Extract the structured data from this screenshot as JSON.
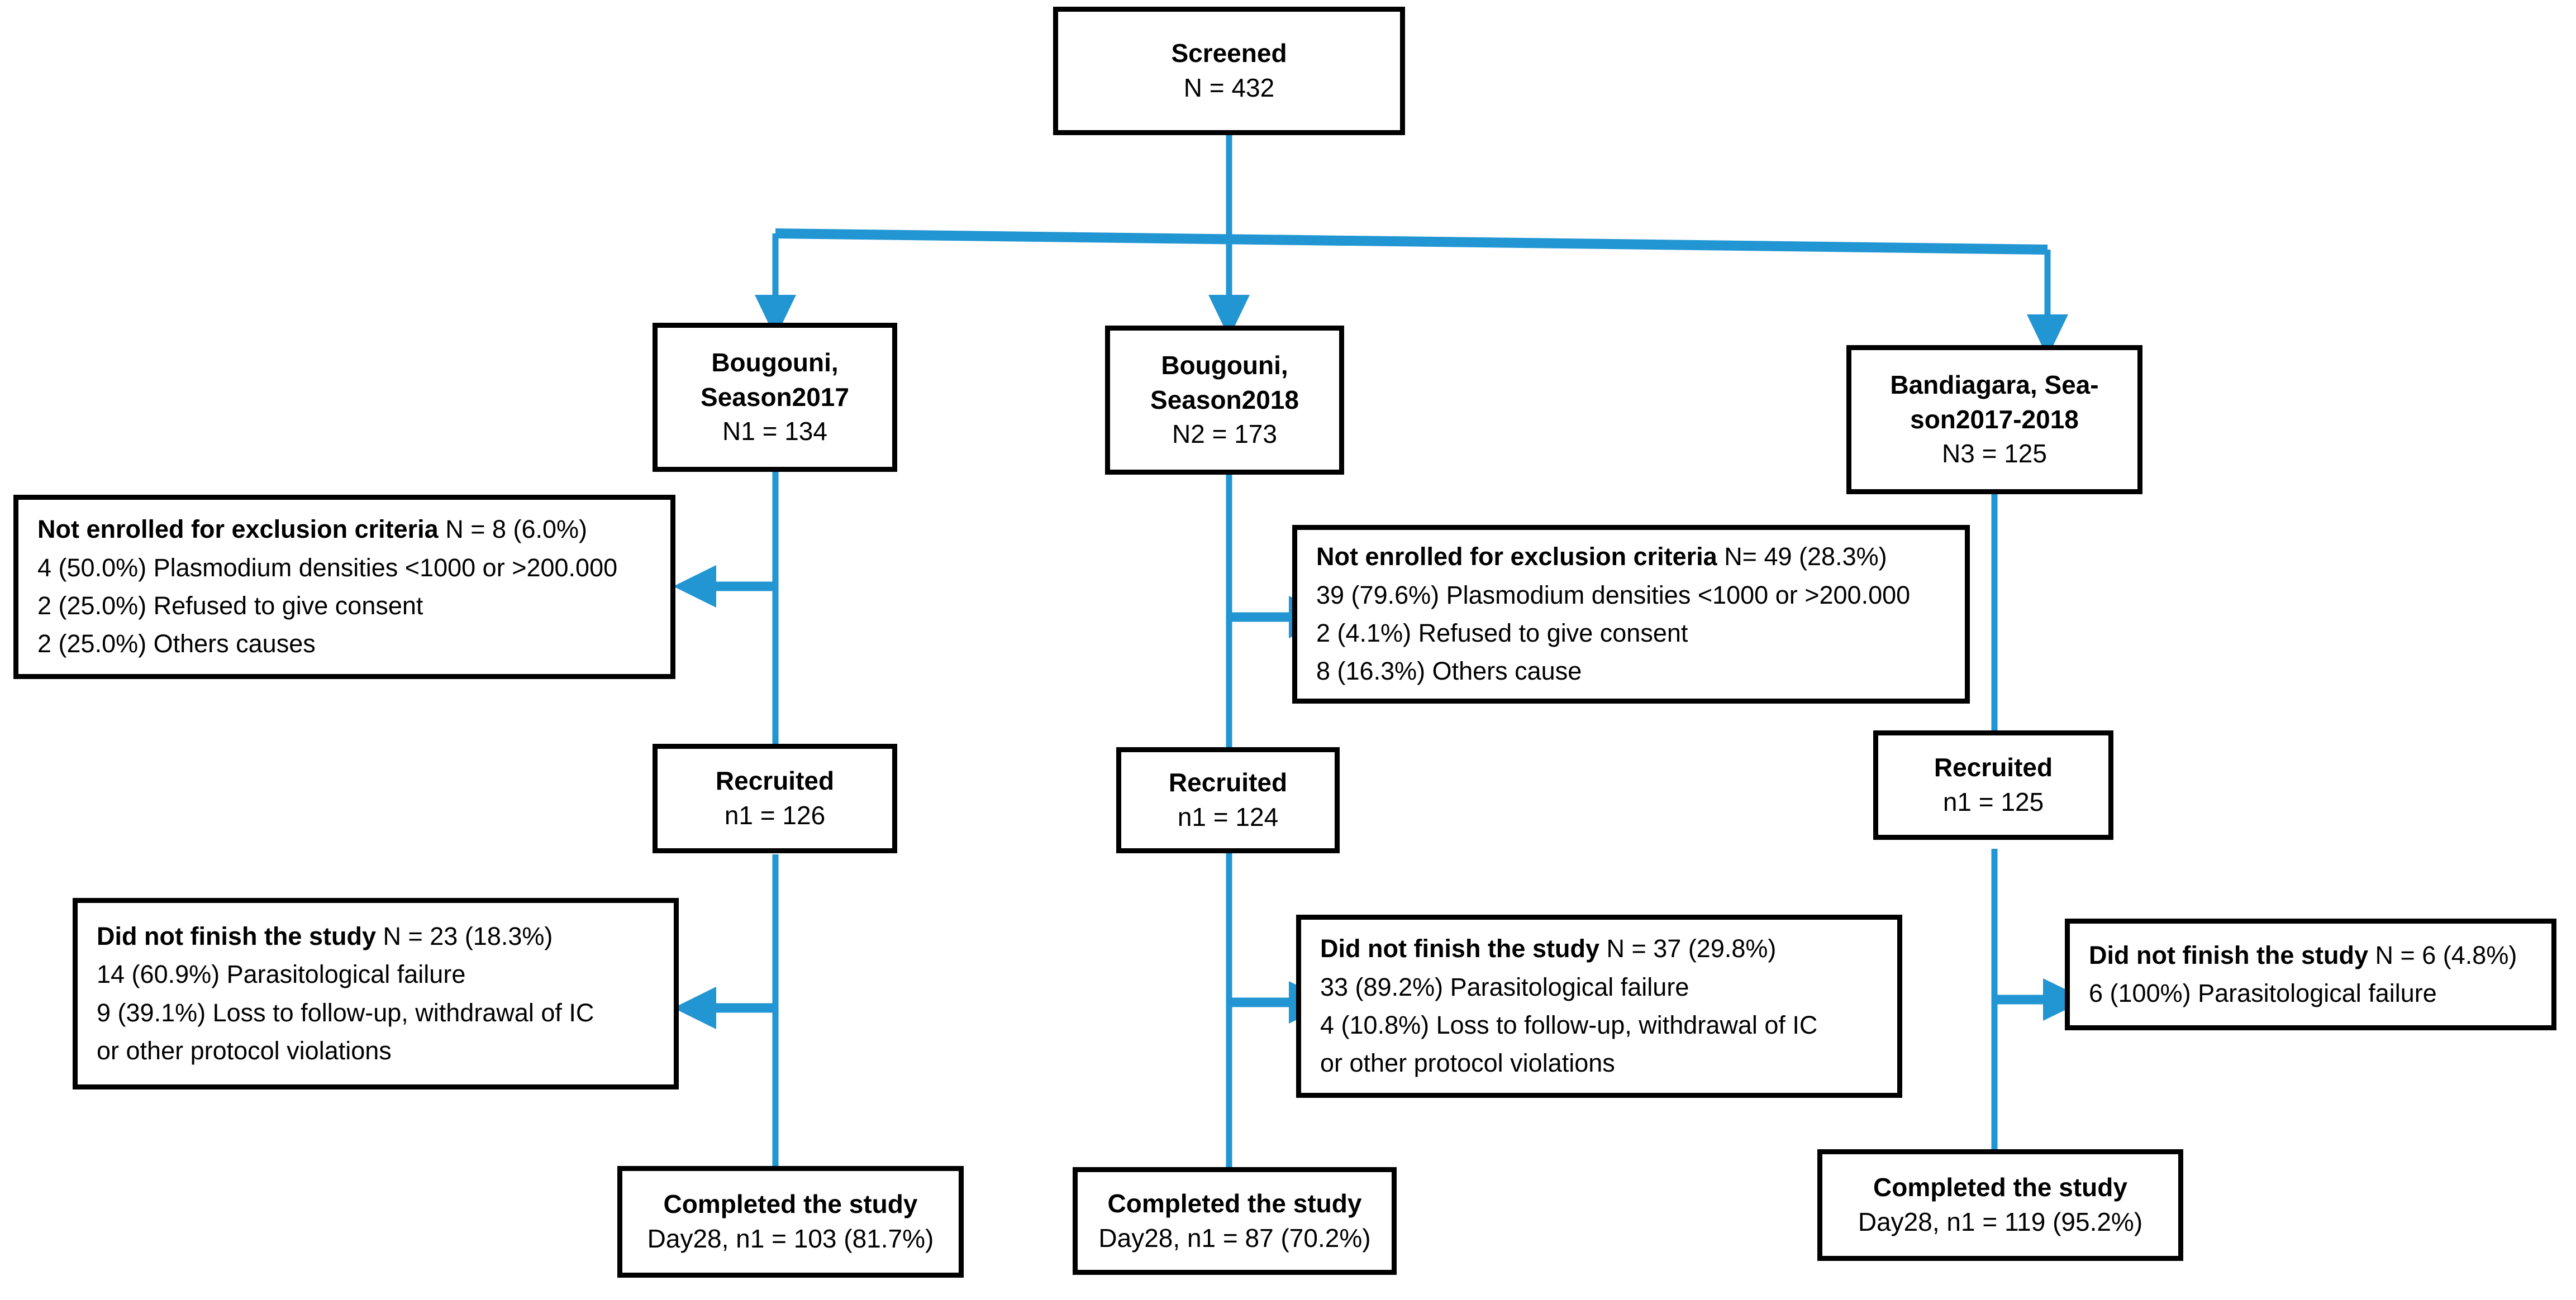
{
  "colors": {
    "connector": "#2196d3",
    "box_border": "#000000",
    "background": "#ffffff",
    "text": "#000000"
  },
  "diagram": {
    "type": "consort-flow-diagram",
    "title": "Study participant flow"
  },
  "nodes": {
    "screened": {
      "title": "Screened",
      "count_label": "N = 432"
    },
    "arms": [
      {
        "id": "bougouni-2017",
        "site_line1": "Bougouni,",
        "site_line2": "Season2017",
        "count_label": "N1 = 134"
      },
      {
        "id": "bougouni-2018",
        "site_line1": "Bougouni,",
        "site_line2": "Season2018",
        "count_label": "N2 = 173"
      },
      {
        "id": "bandiagara-2017-2018",
        "site_line1": "Bandiagara, Sea-",
        "site_line2": "son2017-2018",
        "count_label": "N3 = 125"
      }
    ],
    "exclusions": [
      {
        "id": "exclusion-bougouni-2017",
        "header_bold": "Not enrolled for exclusion criteria",
        "header_value": "N = 8 (6.0%)",
        "reasons": [
          "4 (50.0%) Plasmodium densities <1000 or >200.000",
          "2 (25.0%) Refused to give consent",
          "2 (25.0%) Others causes"
        ]
      },
      {
        "id": "exclusion-bougouni-2018",
        "header_bold": "Not enrolled for exclusion criteria",
        "header_value": "N= 49 (28.3%)",
        "reasons": [
          "39 (79.6%) Plasmodium densities <1000 or >200.000",
          "2 (4.1%) Refused to give consent",
          "8 (16.3%) Others cause"
        ]
      }
    ],
    "recruited": [
      {
        "id": "recruited-bougouni-2017",
        "title": "Recruited",
        "count_label": "n1 = 126"
      },
      {
        "id": "recruited-bougouni-2018",
        "title": "Recruited",
        "count_label": "n1 = 124"
      },
      {
        "id": "recruited-bandiagara",
        "title": "Recruited",
        "count_label": "n1 = 125"
      }
    ],
    "dropouts": [
      {
        "id": "dropout-bougouni-2017",
        "header_bold": "Did not finish the study",
        "header_value": "N = 23 (18.3%)",
        "reasons": [
          "14 (60.9%) Parasitological failure",
          "9 (39.1%) Loss to follow-up, withdrawal of IC",
          "or other protocol violations"
        ]
      },
      {
        "id": "dropout-bougouni-2018",
        "header_bold": "Did not finish the study",
        "header_value": "N = 37 (29.8%)",
        "reasons": [
          "33 (89.2%) Parasitological failure",
          "4 (10.8%) Loss to follow-up, withdrawal of IC",
          "or other protocol violations"
        ]
      },
      {
        "id": "dropout-bandiagara",
        "header_bold": "Did not finish the study",
        "header_value": "N = 6 (4.8%)",
        "reasons": [
          "6 (100%) Parasitological failure"
        ]
      }
    ],
    "completed": [
      {
        "id": "completed-bougouni-2017",
        "title": "Completed the study",
        "count_label": "Day28, n1 = 103 (81.7%)"
      },
      {
        "id": "completed-bougouni-2018",
        "title": "Completed the study",
        "count_label": "Day28, n1 = 87 (70.2%)"
      },
      {
        "id": "completed-bandiagara",
        "title": "Completed the study",
        "count_label": "Day28, n1 = 119 (95.2%)"
      }
    ]
  }
}
